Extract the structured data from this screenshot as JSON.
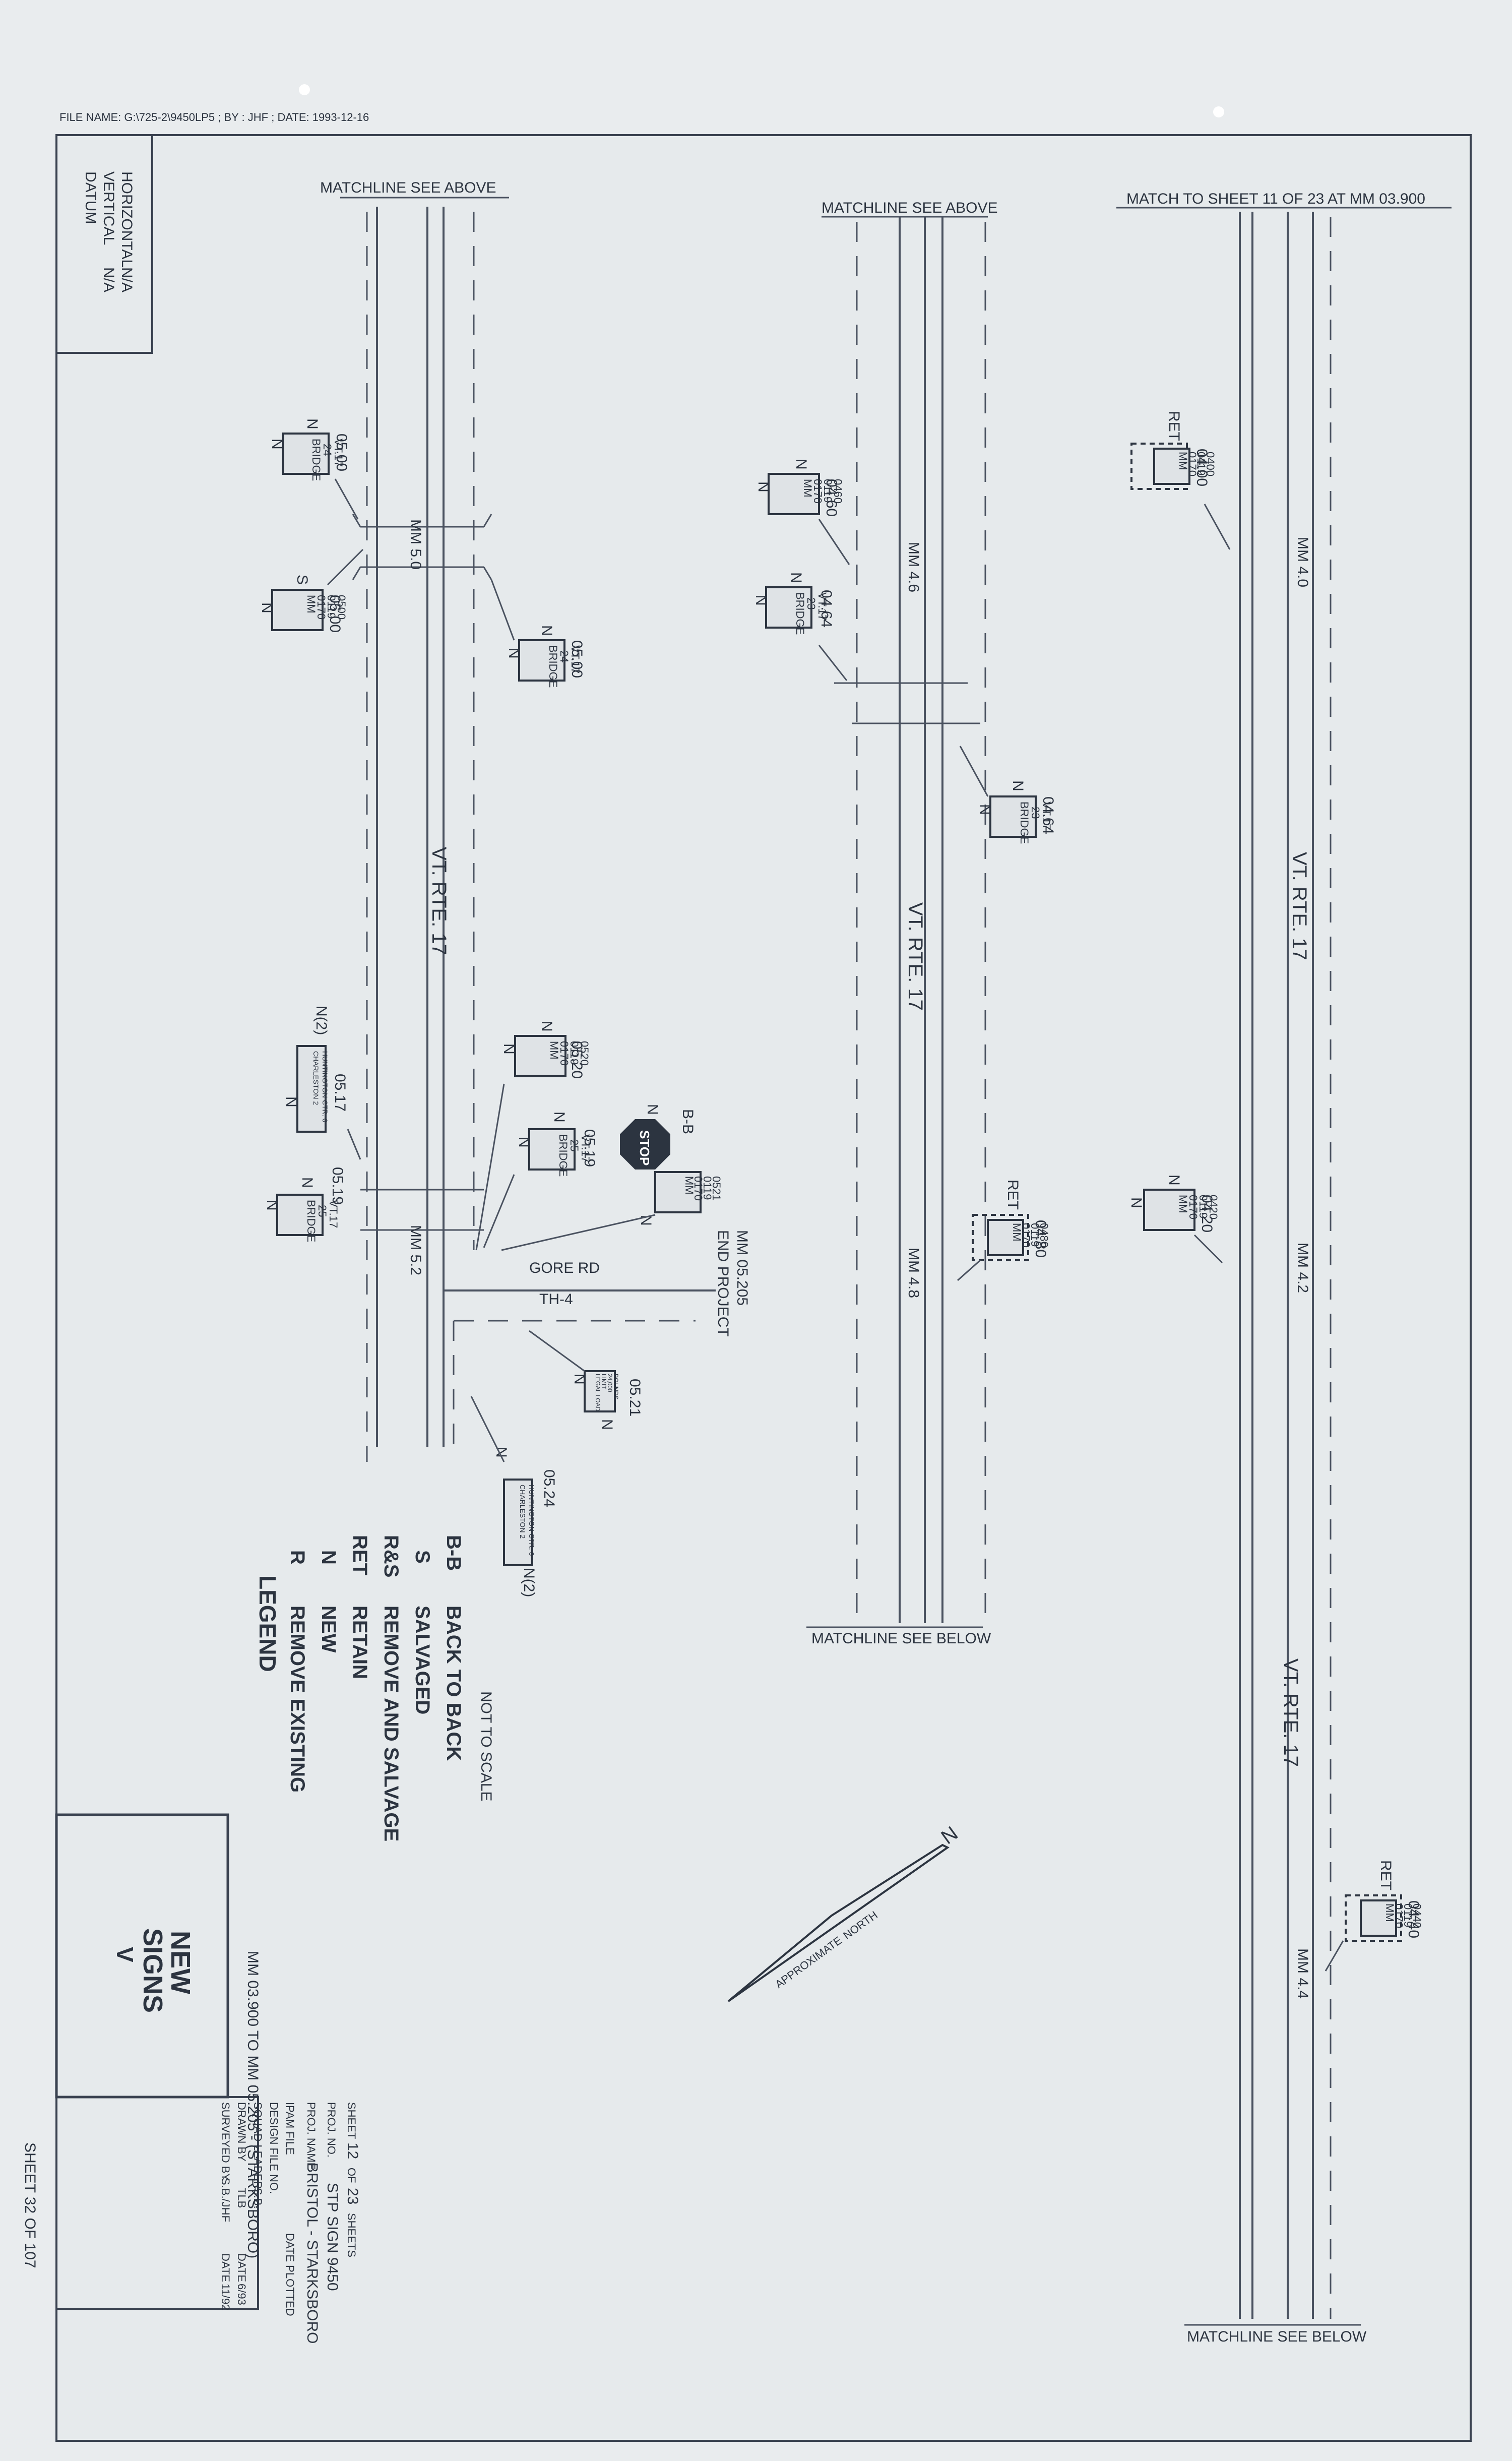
{
  "file_info": "FILE NAME: G:\\725-2\\9450LP5 ; BY : JHF ; DATE: 1993-12-16",
  "datum": {
    "title": "DATUM",
    "vertical": "VERTICAL",
    "vertical_val": "N/A",
    "horizontal": "HORIZONTAL",
    "horizontal_val": "N/A"
  },
  "matchlines": {
    "left_top": "MATCHLINE SEE ABOVE",
    "mid_top": "MATCHLINE SEE ABOVE",
    "right_top": "MATCH TO SHEET 11 OF 23 AT MM 03.900",
    "mid_bottom": "MATCHLINE SEE BELOW",
    "right_bottom": "MATCHLINE SEE BELOW"
  },
  "routes": {
    "left": "VT. RTE. 17",
    "mid": "VT. RTE. 17",
    "right_top": "VT. RTE. 17",
    "right_bottom": "VT. RTE. 17"
  },
  "mileposts": {
    "mm50": "MM 5.0",
    "mm52": "MM 5.2",
    "mm46": "MM 4.6",
    "mm48": "MM 4.8",
    "mm40": "MM 4.0",
    "mm42": "MM 4.2",
    "mm44": "MM 4.4"
  },
  "gore": {
    "name": "GORE RD",
    "th": "TH-4"
  },
  "end_project": {
    "line1": "END PROJECT",
    "line2": "MM 05.205"
  },
  "signs": {
    "s0500a": {
      "mm": "05.00",
      "code": "N",
      "l1": "BRIDGE",
      "l2": "24",
      "l3": "VT.17",
      "side": "N"
    },
    "s0500b": {
      "mm": "05.00",
      "code": "S",
      "l1": "MM",
      "l2": "0170",
      "l3": "0119",
      "l4": "0500",
      "side": "N"
    },
    "s0500c": {
      "mm": "05.00",
      "code": "N",
      "l1": "BRIDGE",
      "l2": "24",
      "l3": "VT.17",
      "side": "N"
    },
    "s0460": {
      "mm": "04.60",
      "code": "N",
      "l1": "MM",
      "l2": "0170",
      "l3": "0119",
      "l4": "0460",
      "side": "N"
    },
    "s0464a": {
      "mm": "04.64",
      "code": "N",
      "l1": "BRIDGE",
      "l2": "23",
      "l3": "VT.17",
      "side": "N"
    },
    "s0464b": {
      "mm": "04.64",
      "code": "N",
      "l1": "BRIDGE",
      "l2": "23",
      "l3": "VT.17",
      "side": "N"
    },
    "s0400": {
      "mm": "04.00",
      "code": "RET",
      "l1": "MM",
      "l2": "0170",
      "l3": "0119",
      "l4": "0400"
    },
    "s0420": {
      "mm": "04.20",
      "code": "N",
      "l1": "MM",
      "l2": "0170",
      "l3": "0119",
      "l4": "0420",
      "side": "N"
    },
    "s0480": {
      "mm": "04.80",
      "code": "RET",
      "l1": "MM",
      "l2": "0170",
      "l3": "0119",
      "l4": "0480"
    },
    "s0440": {
      "mm": "04.40",
      "code": "RET",
      "l1": "MM",
      "l2": "0170",
      "l3": "0119",
      "l4": "0440"
    },
    "s0520": {
      "mm": "05.20",
      "code": "N",
      "l1": "MM",
      "l2": "0170",
      "l3": "0119",
      "l4": "0520",
      "side": "N"
    },
    "s0517": {
      "mm": "05.17",
      "code": "N(2)",
      "l1": "CHARLESTON 2",
      "l2": "HUNTINGTON CTR. 6",
      "side": "N"
    },
    "s0519a": {
      "mm": "05.19",
      "code": "N",
      "l1": "BRIDGE",
      "l2": "25",
      "l3": "VT.17",
      "side": "N"
    },
    "s0519b": {
      "mm": "05.19",
      "code": "N",
      "l1": "BRIDGE",
      "l2": "25",
      "l3": "VT.17",
      "side": "N"
    },
    "sbb": {
      "label": "B-B",
      "code": "N",
      "stop": "STOP",
      "l1": "MM",
      "l2": "0170",
      "l3": "0119",
      "l4": "0521",
      "side": "N"
    },
    "s0521": {
      "mm": "05.21",
      "code": "N",
      "l1": "LEGAL LOAD",
      "l2": "LIMIT",
      "l3": "24,000",
      "l4": "POUNDS",
      "side": "N"
    },
    "s0524": {
      "mm": "05.24",
      "code": "N",
      "l1": "CHARLESTON 2",
      "l2": "HUNTINGTON CTR. 6",
      "side": "N(2)"
    }
  },
  "legend": {
    "title": "LEGEND",
    "items": [
      {
        "code": "R",
        "text": "REMOVE EXISTING"
      },
      {
        "code": "N",
        "text": "NEW"
      },
      {
        "code": "RET",
        "text": "RETAIN"
      },
      {
        "code": "R&S",
        "text": "REMOVE AND SALVAGE"
      },
      {
        "code": "S",
        "text": "SALVAGED"
      },
      {
        "code": "B-B",
        "text": "BACK TO BACK"
      }
    ],
    "scale": "NOT TO SCALE"
  },
  "north": {
    "approx": "APPROXIMATE",
    "north": "NORTH",
    "n": "N"
  },
  "title_block": {
    "title1": "NEW",
    "title2": "SIGNS",
    "roman": "V",
    "range": "MM 03.900 TO MM 05.205 - (STARKSBORO)",
    "surveyed_by": "SURVEYED BY",
    "surveyed_val": "S.B./JHF",
    "date1": "DATE",
    "date1_val": "11/92",
    "drawn_by": "DRAWN BY",
    "drawn_val": "TLB",
    "date2": "DATE",
    "date2_val": "6/93",
    "squad": "SQUAD LEADER",
    "squad_val": "S.B.",
    "design": "DESIGN FILE NO.",
    "ipam": "IPAM FILE",
    "date_plotted": "DATE PLOTTED",
    "proj_name_lbl": "PROJ. NAME",
    "proj_name": "BRISTOL - STARKSBORO",
    "proj_no_lbl": "PROJ. NO.",
    "proj_no": "STP SIGN 9450",
    "sheet_lbl": "SHEET",
    "sheet_no": "12",
    "sheet_of": "OF",
    "sheet_total": "23",
    "sheets": "SHEETS"
  },
  "outer_sheet": "SHEET 32 OF 107"
}
